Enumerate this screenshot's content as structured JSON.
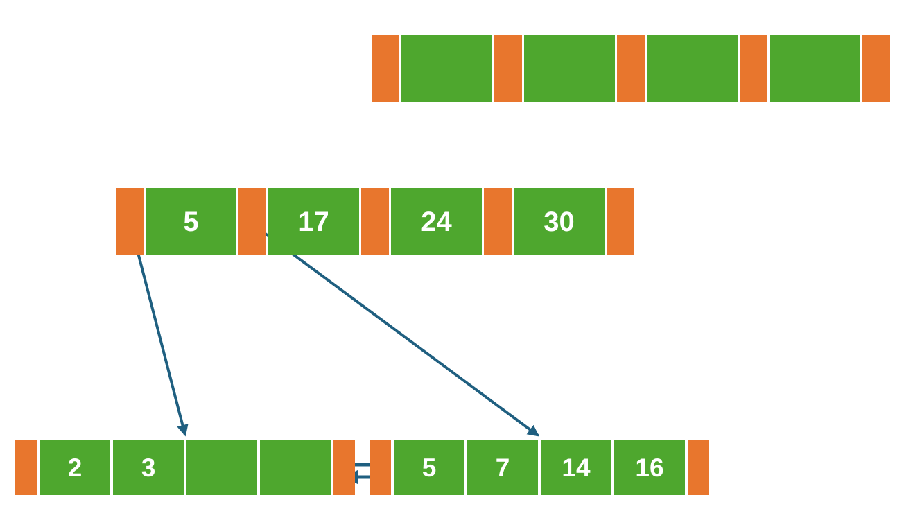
{
  "colors": {
    "background": "#ffffff",
    "cell_green": "#4ea72e",
    "separator_orange": "#e8762d",
    "arrow_blue": "#1f5f80",
    "cell_text": "#ffffff"
  },
  "rows": {
    "top": {
      "cells": [
        "",
        "",
        "",
        ""
      ]
    },
    "middle": {
      "cells": [
        "5",
        "17",
        "24",
        "30"
      ]
    },
    "bottom_left": {
      "cells": [
        "2",
        "3",
        "",
        ""
      ]
    },
    "bottom_right": {
      "cells": [
        "5",
        "7",
        "14",
        "16"
      ]
    }
  },
  "arrows": {
    "items": [
      {
        "name": "pointer-arrow-to-left-leaf",
        "direction": "down"
      },
      {
        "name": "pointer-arrow-to-right-leaf",
        "direction": "down-right"
      },
      {
        "name": "leaf-link-arrow-right",
        "direction": "right"
      },
      {
        "name": "leaf-link-arrow-left",
        "direction": "left"
      }
    ]
  }
}
